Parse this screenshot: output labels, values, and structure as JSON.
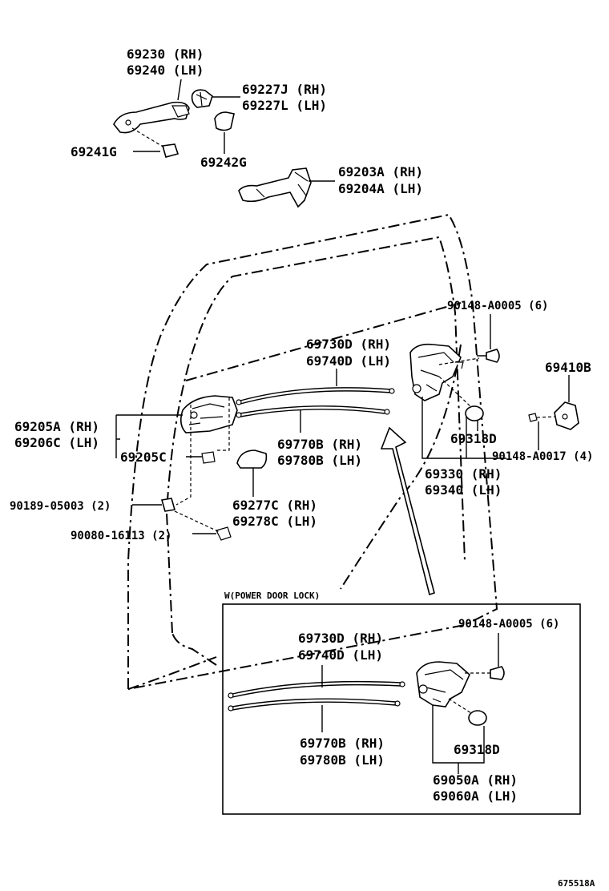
{
  "labels": {
    "p69230": "69230 (RH)",
    "p69240": "69240 (LH)",
    "p69227j": "69227J (RH)",
    "p69227l": "69227L (LH)",
    "p69241g": "69241G",
    "p69242g": "69242G",
    "p69203a": "69203A (RH)",
    "p69204a": "69204A (LH)",
    "b90148a5": "90148-A0005 (6)",
    "p69730d": "69730D (RH)",
    "p69740d": "69740D (LH)",
    "p69410b": "69410B",
    "p69205a": "69205A (RH)",
    "p69206c": "69206C (LH)",
    "p69205c": "69205C",
    "p69770b": "69770B (RH)",
    "p69780b": "69780B (LH)",
    "p69318d": "69318D",
    "b90148a17": "90148-A0017 (4)",
    "p69330": "69330 (RH)",
    "p69340": "69340 (LH)",
    "b90189": "90189-05003 (2)",
    "b90080": "90080-16113 (2)",
    "p69277c": "69277C (RH)",
    "p69278c": "69278C (LH)"
  },
  "inset": {
    "title": "W(POWER DOOR LOCK)",
    "p69730d": "69730D (RH)",
    "p69740d": "69740D (LH)",
    "b90148a5": "90148-A0005 (6)",
    "p69770b": "69770B (RH)",
    "p69780b": "69780B (LH)",
    "p69318d": "69318D",
    "p69050a": "69050A (RH)",
    "p69060a": "69060A (LH)"
  },
  "figure_id": "675518A"
}
